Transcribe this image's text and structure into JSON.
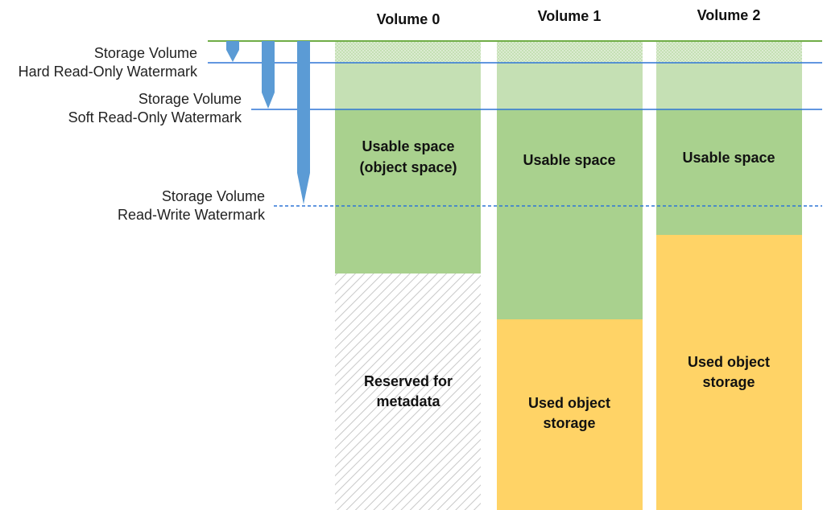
{
  "watermarks": {
    "hard": {
      "line1": "Storage Volume",
      "line2": "Hard Read-Only Watermark"
    },
    "soft": {
      "line1": "Storage Volume",
      "line2": "Soft Read-Only Watermark"
    },
    "rw": {
      "line1": "Storage Volume",
      "line2": "Read-Write Watermark"
    }
  },
  "volumes": [
    {
      "title": "Volume 0",
      "usable": {
        "line1": "Usable space",
        "line2": "(object space)"
      },
      "other": {
        "line1": "Reserved for",
        "line2": "metadata"
      }
    },
    {
      "title": "Volume 1",
      "usable": {
        "line1": "Usable space"
      },
      "other": {
        "line1": "Used object",
        "line2": "storage"
      }
    },
    {
      "title": "Volume 2",
      "usable": {
        "line1": "Usable space"
      },
      "other": {
        "line1": "Used object",
        "line2": "storage"
      }
    }
  ],
  "colors": {
    "top_line": "#70ad47",
    "watermark_line": "#2e75d6",
    "arrow": "#5b9bd5",
    "usable": "#a9d18e",
    "usable_light": "#c5e0b4",
    "used": "#ffd366",
    "reserved_stripe": "#c8c8c8"
  }
}
